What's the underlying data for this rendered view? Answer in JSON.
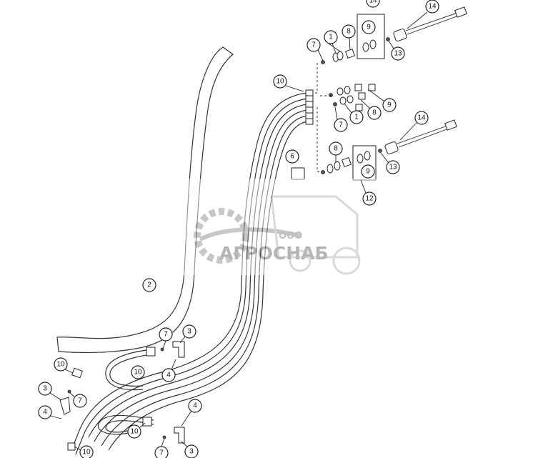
{
  "watermark": {
    "prefix": "ООО",
    "name": "АГРОСНАБ"
  },
  "callouts": [
    {
      "label": "14"
    },
    {
      "label": "7"
    },
    {
      "label": "1"
    },
    {
      "label": "8"
    },
    {
      "label": "9"
    },
    {
      "label": "13"
    },
    {
      "label": "14"
    },
    {
      "label": "10"
    },
    {
      "label": "9"
    },
    {
      "label": "8"
    },
    {
      "label": "1"
    },
    {
      "label": "7"
    },
    {
      "label": "14"
    },
    {
      "label": "6"
    },
    {
      "label": "8"
    },
    {
      "label": "9"
    },
    {
      "label": "13"
    },
    {
      "label": "12"
    },
    {
      "label": "2"
    },
    {
      "label": "7"
    },
    {
      "label": "3"
    },
    {
      "label": "10"
    },
    {
      "label": "4"
    },
    {
      "label": "10"
    },
    {
      "label": "3"
    },
    {
      "label": "7"
    },
    {
      "label": "4"
    },
    {
      "label": "4"
    },
    {
      "label": "10"
    },
    {
      "label": "7"
    },
    {
      "label": "3"
    },
    {
      "label": "10"
    }
  ]
}
